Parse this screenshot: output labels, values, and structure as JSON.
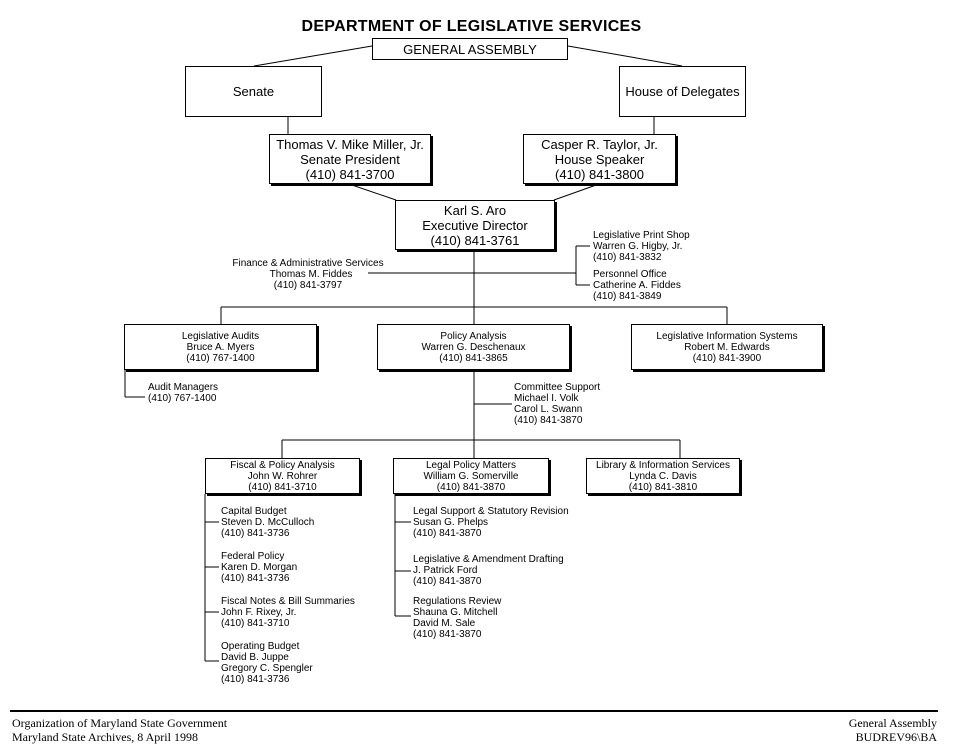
{
  "title": "DEPARTMENT OF LEGISLATIVE SERVICES",
  "general_assembly": "GENERAL ASSEMBLY",
  "senate": "Senate",
  "house": "House of Delegates",
  "senate_president": {
    "name": "Thomas V. Mike Miller, Jr.",
    "role": "Senate President",
    "phone": "(410) 841-3700"
  },
  "house_speaker": {
    "name": "Casper R. Taylor, Jr.",
    "role": "House Speaker",
    "phone": "(410) 841-3800"
  },
  "executive_director": {
    "name": "Karl S. Aro",
    "role": "Executive Director",
    "phone": "(410) 841-3761"
  },
  "finance": {
    "title": "Finance & Administrative Services",
    "name": "Thomas M. Fiddes",
    "phone": "(410) 841-3797"
  },
  "print_shop": {
    "title": "Legislative Print Shop",
    "name": "Warren G. Higby, Jr.",
    "phone": "(410) 841-3832"
  },
  "personnel": {
    "title": "Personnel Office",
    "name": "Catherine A. Fiddes",
    "phone": "(410) 841-3849"
  },
  "audits": {
    "title": "Legislative Audits",
    "name": "Bruce A. Myers",
    "phone": "(410) 767-1400"
  },
  "audit_managers": {
    "title": "Audit Managers",
    "phone": "(410) 767-1400"
  },
  "policy_analysis": {
    "title": "Policy Analysis",
    "name": "Warren G. Deschenaux",
    "phone": "(410) 841-3865"
  },
  "info_systems": {
    "title": "Legislative Information Systems",
    "name": "Robert M. Edwards",
    "phone": "(410) 841-3900"
  },
  "committee_support": {
    "title": "Committee Support",
    "name1": "Michael I. Volk",
    "name2": "Carol L. Swann",
    "phone": "(410) 841-3870"
  },
  "fiscal": {
    "title": "Fiscal & Policy Analysis",
    "name": "John W. Rohrer",
    "phone": "(410) 841-3710"
  },
  "legal": {
    "title": "Legal Policy Matters",
    "name": "William G. Somerville",
    "phone": "(410) 841-3870"
  },
  "library": {
    "title": "Library & Information Services",
    "name": "Lynda C. Davis",
    "phone": "(410) 841-3810"
  },
  "capital_budget": {
    "title": "Capital Budget",
    "name": "Steven D. McCulloch",
    "phone": "(410) 841-3736"
  },
  "federal_policy": {
    "title": "Federal Policy",
    "name": "Karen D. Morgan",
    "phone": "(410) 841-3736"
  },
  "fiscal_notes": {
    "title": "Fiscal Notes & Bill Summaries",
    "name": "John F. Rixey, Jr.",
    "phone": "(410) 841-3710"
  },
  "operating_budget": {
    "title": "Operating Budget",
    "name1": "David B. Juppe",
    "name2": "Gregory C. Spengler",
    "phone": "(410) 841-3736"
  },
  "legal_support": {
    "title": "Legal Support & Statutory Revision",
    "name": "Susan G. Phelps",
    "phone": "(410) 841-3870"
  },
  "drafting": {
    "title": "Legislative & Amendment Drafting",
    "name": "J. Patrick Ford",
    "phone": "(410) 841-3870"
  },
  "regulations": {
    "title": "Regulations Review",
    "name1": "Shauna G. Mitchell",
    "name2": "David M. Sale",
    "phone": "(410) 841-3870"
  },
  "footer": {
    "left1": "Organization of Maryland State Government",
    "left2": "Maryland State Archives, 8 April 1998",
    "right1": "General Assembly",
    "right2": "BUDREV96\\BA"
  }
}
